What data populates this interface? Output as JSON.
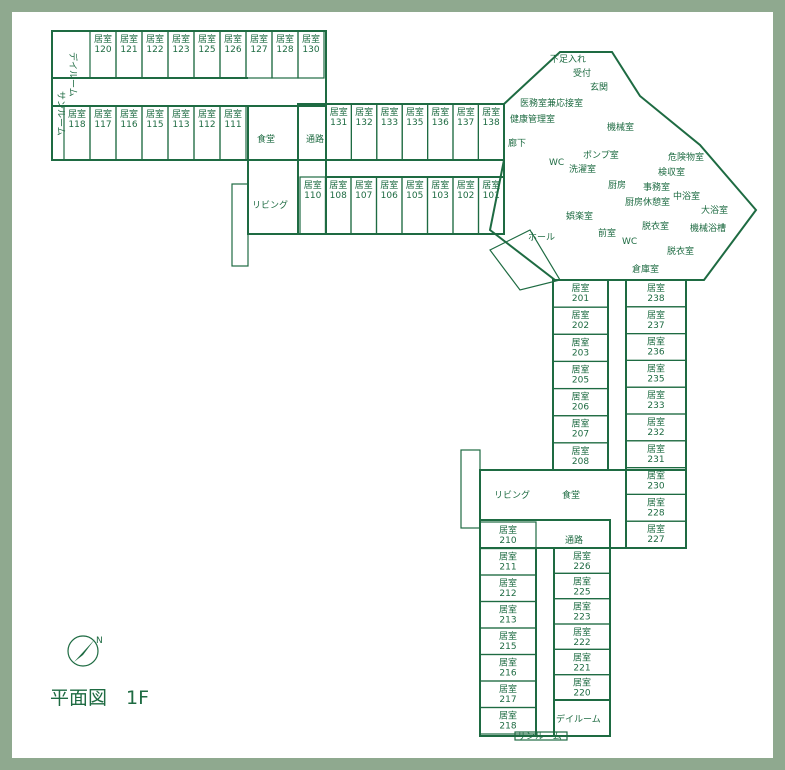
{
  "title": "平面図　1F",
  "colors": {
    "line": "#1e6b42",
    "frame": "#8fa98f"
  },
  "compass": {
    "label": "N",
    "icon": "compass-icon"
  },
  "wing_a": {
    "top": [
      [
        "居室",
        "120"
      ],
      [
        "居室",
        "121"
      ],
      [
        "居室",
        "122"
      ],
      [
        "居室",
        "123"
      ],
      [
        "居室",
        "125"
      ],
      [
        "居室",
        "126"
      ],
      [
        "居室",
        "127"
      ],
      [
        "居室",
        "128"
      ],
      [
        "居室",
        "130"
      ]
    ],
    "bottom": [
      [
        "居室",
        "118"
      ],
      [
        "居室",
        "117"
      ],
      [
        "居室",
        "116"
      ],
      [
        "居室",
        "115"
      ],
      [
        "居室",
        "113"
      ],
      [
        "居室",
        "112"
      ],
      [
        "居室",
        "111"
      ]
    ],
    "day_room": "デイルーム",
    "sun_room": "サンルーム",
    "dining": "食堂",
    "corridor": "通路",
    "living": "リビング"
  },
  "wing_b": {
    "top": [
      [
        "居室",
        "131"
      ],
      [
        "居室",
        "132"
      ],
      [
        "居室",
        "133"
      ],
      [
        "居室",
        "135"
      ],
      [
        "居室",
        "136"
      ],
      [
        "居室",
        "137"
      ],
      [
        "居室",
        "138"
      ]
    ],
    "bottom": [
      [
        "居室",
        "110"
      ],
      [
        "居室",
        "108"
      ],
      [
        "居室",
        "107"
      ],
      [
        "居室",
        "106"
      ],
      [
        "居室",
        "105"
      ],
      [
        "居室",
        "103"
      ],
      [
        "居室",
        "102"
      ],
      [
        "居室",
        "101"
      ]
    ]
  },
  "core": {
    "entrance": "玄関",
    "reception": "受付",
    "shoe": "下足入れ",
    "medical": "医務室兼応接室",
    "health": "健康管理室",
    "corridor": "廊下",
    "machine": "機械室",
    "wc": "WC",
    "laundry": "洗濯室",
    "pump": "ポンプ室",
    "kitchen": "厨房",
    "inspection": "検収室",
    "office": "事務室",
    "rest": "厨房休憩室",
    "dangerous": "危険物室",
    "hall": "ホール",
    "fun": "娯楽室",
    "front": "前室",
    "changing1": "脱衣室",
    "changing2": "脱衣室",
    "medium_bath": "中浴室",
    "large_bath": "大浴室",
    "machine_bath": "機械浴槽",
    "storage": "倉庫室"
  },
  "wing_c": {
    "left": [
      [
        "居室",
        "201"
      ],
      [
        "居室",
        "202"
      ],
      [
        "居室",
        "203"
      ],
      [
        "居室",
        "205"
      ],
      [
        "居室",
        "206"
      ],
      [
        "居室",
        "207"
      ],
      [
        "居室",
        "208"
      ]
    ],
    "right": [
      [
        "居室",
        "238"
      ],
      [
        "居室",
        "237"
      ],
      [
        "居室",
        "236"
      ],
      [
        "居室",
        "235"
      ],
      [
        "居室",
        "233"
      ],
      [
        "居室",
        "232"
      ],
      [
        "居室",
        "231"
      ],
      [
        "居室",
        "230"
      ],
      [
        "居室",
        "228"
      ],
      [
        "居室",
        "227"
      ]
    ],
    "living": "リビング",
    "dining": "食堂",
    "corridor": "通路"
  },
  "wing_d": {
    "left": [
      [
        "居室",
        "210"
      ],
      [
        "居室",
        "211"
      ],
      [
        "居室",
        "212"
      ],
      [
        "居室",
        "213"
      ],
      [
        "居室",
        "215"
      ],
      [
        "居室",
        "216"
      ],
      [
        "居室",
        "217"
      ],
      [
        "居室",
        "218"
      ]
    ],
    "right": [
      [
        "居室",
        "226"
      ],
      [
        "居室",
        "225"
      ],
      [
        "居室",
        "223"
      ],
      [
        "居室",
        "222"
      ],
      [
        "居室",
        "221"
      ],
      [
        "居室",
        "220"
      ]
    ],
    "day_room": "デイルーム",
    "sun_room": "サンルーム"
  }
}
